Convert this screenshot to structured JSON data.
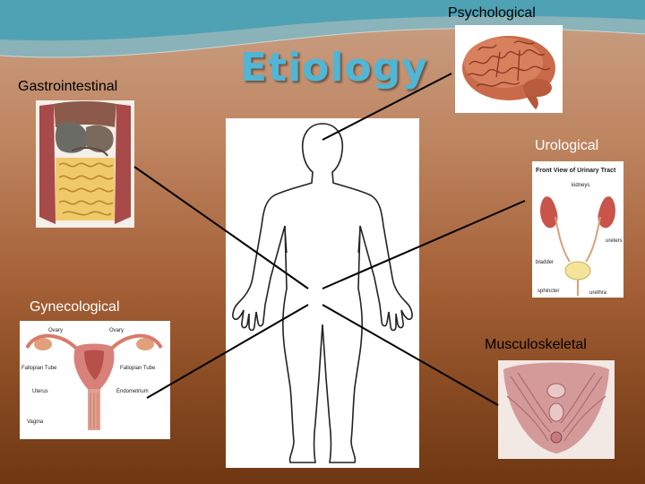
{
  "slide": {
    "title": "Etiology",
    "labels": {
      "psychological": "Psychological",
      "gastrointestinal": "Gastrointestinal",
      "urological": "Urological",
      "gynecological": "Gynecological",
      "musculoskeletal": "Musculoskeletal"
    },
    "urinary_diagram": {
      "heading": "Front View of Urinary Tract",
      "kidneys": "kidneys",
      "ureters": "ureters",
      "bladder": "bladder",
      "sphincter": "sphincter",
      "urethra": "urethra"
    },
    "reproductive_diagram": {
      "ovary_left": "Ovary",
      "ovary_right": "Ovary",
      "fallopian_left": "Fallopian Tube",
      "fallopian_right": "Fallopian Tube",
      "uterus": "Uterus",
      "endometrium": "Endometrium",
      "vagina": "Vagina"
    },
    "colors": {
      "title": "#4fb6d6",
      "background_top": "#c9a085",
      "background_bottom": "#6e3712"
    }
  }
}
